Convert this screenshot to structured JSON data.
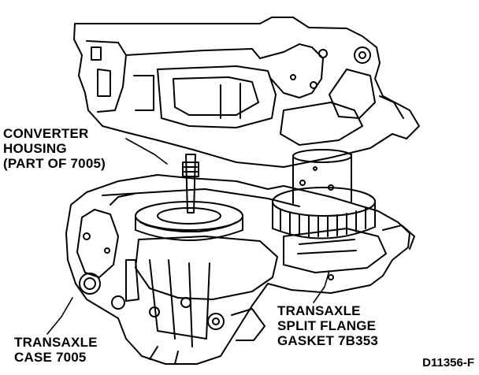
{
  "labels": {
    "converter_housing": [
      "CONVERTER",
      "HOUSING",
      "(PART OF 7005)"
    ],
    "transaxle_case": [
      "TRANSAXLE",
      "CASE 7005"
    ],
    "split_flange_gasket": [
      "TRANSAXLE",
      "SPLIT FLANGE",
      "GASKET 7B353"
    ]
  },
  "figure_id": "D11356-F",
  "colors": {
    "ink": "#000000",
    "paper": "#ffffff"
  }
}
